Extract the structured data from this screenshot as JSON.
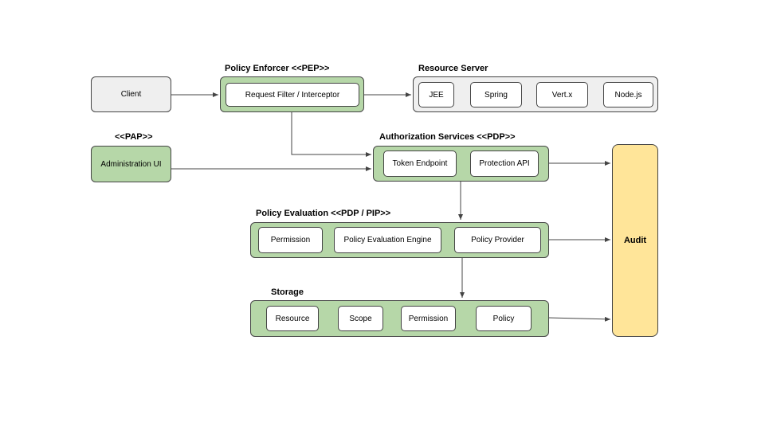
{
  "client": "Client",
  "pep": {
    "title": "Policy Enforcer <<PEP>>",
    "filter": "Request Filter / Interceptor"
  },
  "resource_server": {
    "title": "Resource Server",
    "items": [
      "JEE",
      "Spring",
      "Vert.x",
      "Node.js"
    ]
  },
  "pap": {
    "title": "<<PAP>>",
    "admin_ui": "Administration UI"
  },
  "authz": {
    "title": "Authorization Services <<PDP>>",
    "items": [
      "Token Endpoint",
      "Protection API"
    ]
  },
  "policy_eval": {
    "title": "Policy Evaluation <<PDP / PIP>>",
    "items": [
      "Permission",
      "Policy Evaluation Engine",
      "Policy Provider"
    ]
  },
  "storage": {
    "title": "Storage",
    "items": [
      "Resource",
      "Scope",
      "Permission",
      "Policy"
    ]
  },
  "audit": "Audit",
  "colors": {
    "green": "#b6d7a8",
    "gray": "#efefef",
    "audit": "#ffe599",
    "line": "#444444"
  }
}
